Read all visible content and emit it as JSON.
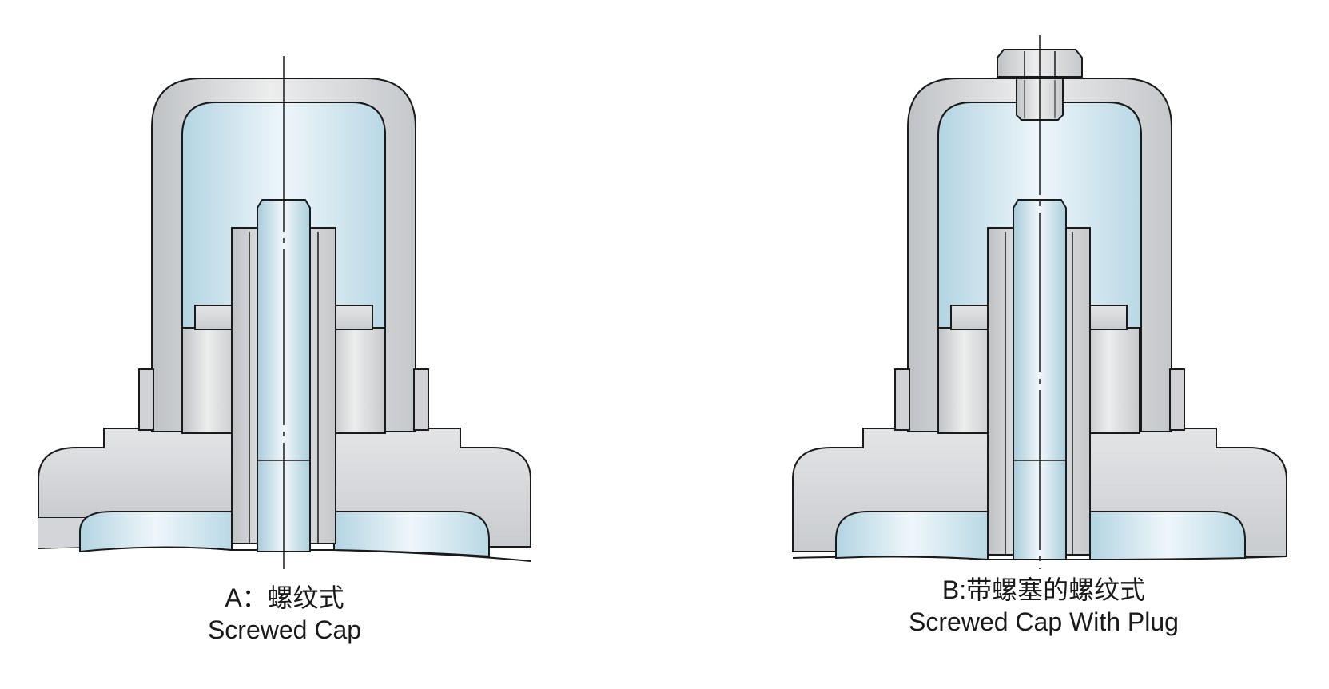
{
  "figures": [
    {
      "id": "a",
      "label_cn": "A：螺纹式",
      "label_en": "Screwed Cap",
      "has_plug": false
    },
    {
      "id": "b",
      "label_cn": "B:带螺塞的螺纹式",
      "label_en": "Screwed Cap With Plug",
      "has_plug": true
    }
  ],
  "colors": {
    "outline": "#1a1a1a",
    "metal_light": "#e4e5e7",
    "metal_mid": "#d2d4d7",
    "metal_dark": "#b4b7bb",
    "cavity_light": "#e8f3f8",
    "cavity_mid": "#c9e2ed",
    "cavity_dark": "#a9cddd",
    "background": "#ffffff"
  }
}
